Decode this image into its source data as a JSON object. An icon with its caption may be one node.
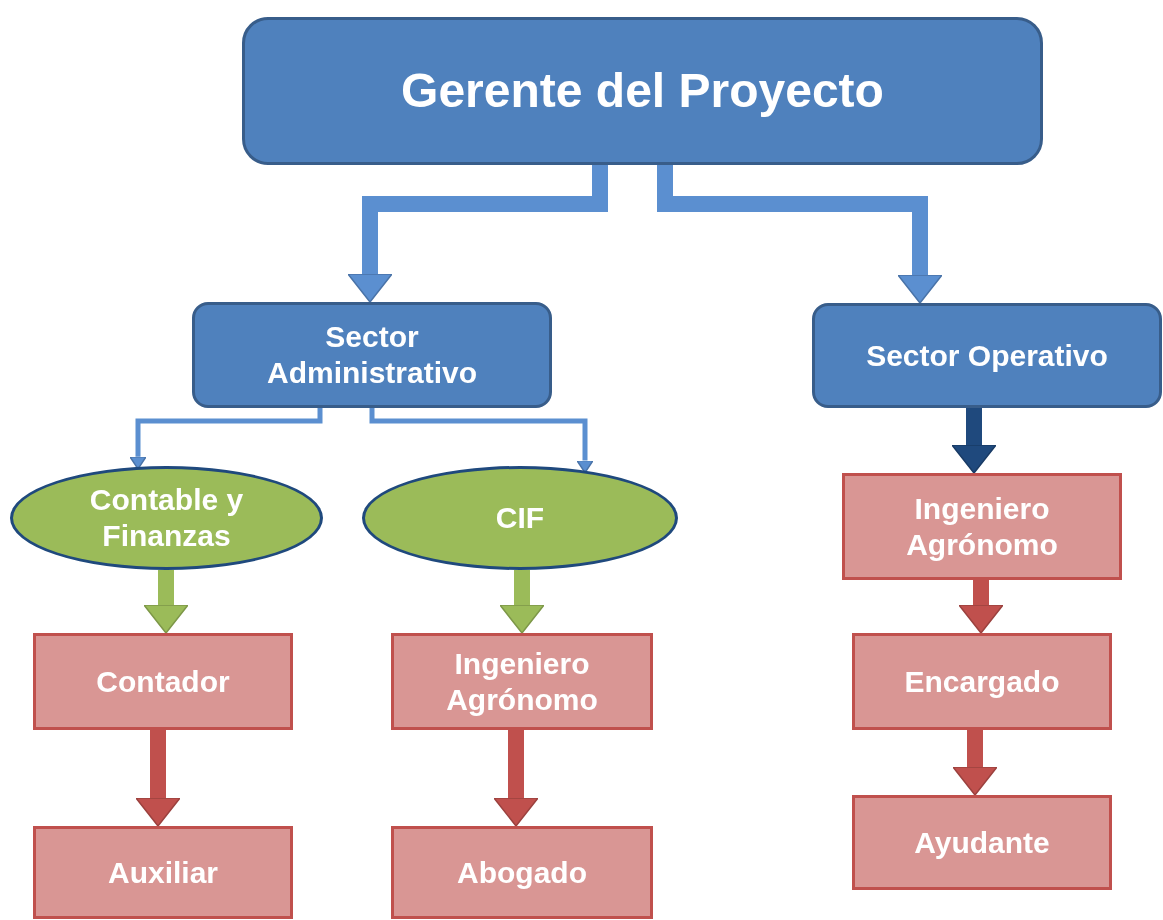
{
  "diagram": {
    "nodes": [
      {
        "text": [
          "Gerente del Proyecto"
        ]
      },
      {
        "text": [
          "Sector Administrativo"
        ]
      },
      {
        "text": [
          "Sector Operativo"
        ]
      },
      {
        "text": [
          "Contable y Finanzas"
        ]
      },
      {
        "text": [
          "CIF"
        ]
      },
      {
        "text": [
          "Contador"
        ]
      },
      {
        "text": [
          "Ingeniero Agrónomo"
        ]
      },
      {
        "text": [
          "Auxiliar"
        ]
      },
      {
        "text": [
          "Abogado"
        ]
      },
      {
        "text": [
          "Ingeniero Agrónomo"
        ]
      },
      {
        "text": [
          "Encargado"
        ]
      },
      {
        "text": [
          "Ayudante"
        ]
      }
    ],
    "edges": [
      {
        "from": 0,
        "to": 1,
        "arrow": "to",
        "color": "#5b8fd0"
      },
      {
        "from": 0,
        "to": 2,
        "arrow": "to",
        "color": "#5b8fd0"
      },
      {
        "from": 1,
        "to": 3,
        "arrow": "to",
        "color": "#5b8fd0"
      },
      {
        "from": 1,
        "to": 4,
        "arrow": "to",
        "color": "#5b8fd0"
      },
      {
        "from": 3,
        "to": 5,
        "arrow": "to",
        "color": "#9bbb59"
      },
      {
        "from": 4,
        "to": 6,
        "arrow": "to",
        "color": "#9bbb59"
      },
      {
        "from": 5,
        "to": 7,
        "arrow": "to",
        "color": "#c0504d"
      },
      {
        "from": 6,
        "to": 8,
        "arrow": "to",
        "color": "#c0504d"
      },
      {
        "from": 2,
        "to": 9,
        "arrow": "to",
        "color": "#1f497d"
      },
      {
        "from": 9,
        "to": 10,
        "arrow": "to",
        "color": "#c0504d"
      },
      {
        "from": 10,
        "to": 11,
        "arrow": "to",
        "color": "#c0504d"
      }
    ]
  }
}
